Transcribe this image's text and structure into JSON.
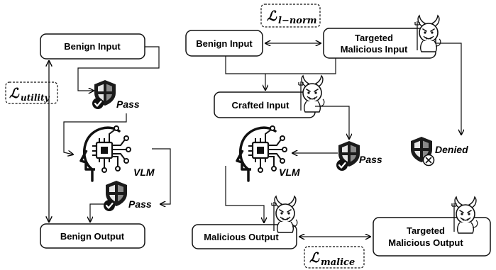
{
  "left_panel": {
    "benign_input": "Benign Input",
    "benign_output": "Benign Output",
    "loss_utility": {
      "symbol": "ℒ",
      "subscript": "utility"
    },
    "pass_top": "Pass",
    "pass_bottom": "Pass",
    "vlm": "VLM"
  },
  "right_panel": {
    "benign_input": "Benign Input",
    "targeted_malicious_input": [
      "Targeted",
      "Malicious Input"
    ],
    "crafted_input": "Crafted Input",
    "malicious_output": "Malicious Output",
    "targeted_malicious_output": [
      "Targeted",
      "Malicious Output"
    ],
    "loss_l_norm": {
      "symbol": "ℒ",
      "subscript": "l−norm"
    },
    "loss_malice": {
      "symbol": "ℒ",
      "subscript": "malice"
    },
    "pass": "Pass",
    "denied": "Denied",
    "vlm": "VLM"
  },
  "icons": {
    "shield": "shield-icon",
    "check": "check-badge-icon",
    "cross": "cross-badge-icon",
    "devil": "devil-icon",
    "head_chip": "ai-head-chip-icon"
  }
}
